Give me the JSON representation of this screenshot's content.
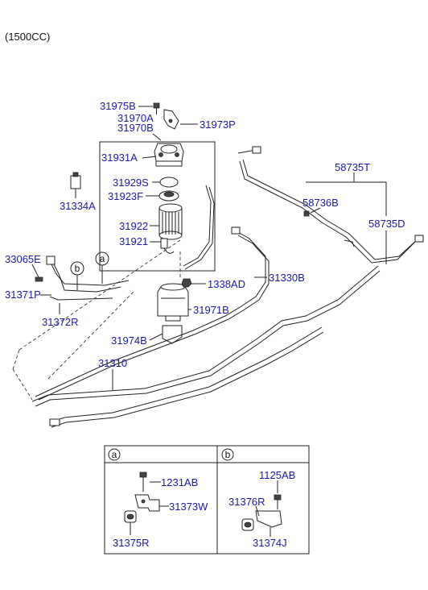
{
  "header": {
    "title": "(1500CC)"
  },
  "labels": {
    "l31975B": "31975B",
    "l31970A": "31970A",
    "l31970B": "31970B",
    "l31973P": "31973P",
    "l31931A": "31931A",
    "l31929S": "31929S",
    "l31923F": "31923F",
    "l31922": "31922",
    "l31921": "31921",
    "l31334A": "31334A",
    "l33065E": "33065E",
    "l31371P": "31371P",
    "l31372R": "31372R",
    "l1338AD": "1338AD",
    "l31971B": "31971B",
    "l31974B": "31974B",
    "l31310": "31310",
    "l31330B": "31330B",
    "l58735T": "58735T",
    "l58736B": "58736B",
    "l58735D": "58735D"
  },
  "callouts": {
    "a": "a",
    "b": "b"
  },
  "detail_table": {
    "col_a_header": "a",
    "col_b_header": "b",
    "a_items": {
      "bolt": "1231AB",
      "bracket": "31373W",
      "grommet": "31375R"
    },
    "b_items": {
      "bolt": "1125AB",
      "grommet": "31376R",
      "bracket": "31374J"
    }
  }
}
